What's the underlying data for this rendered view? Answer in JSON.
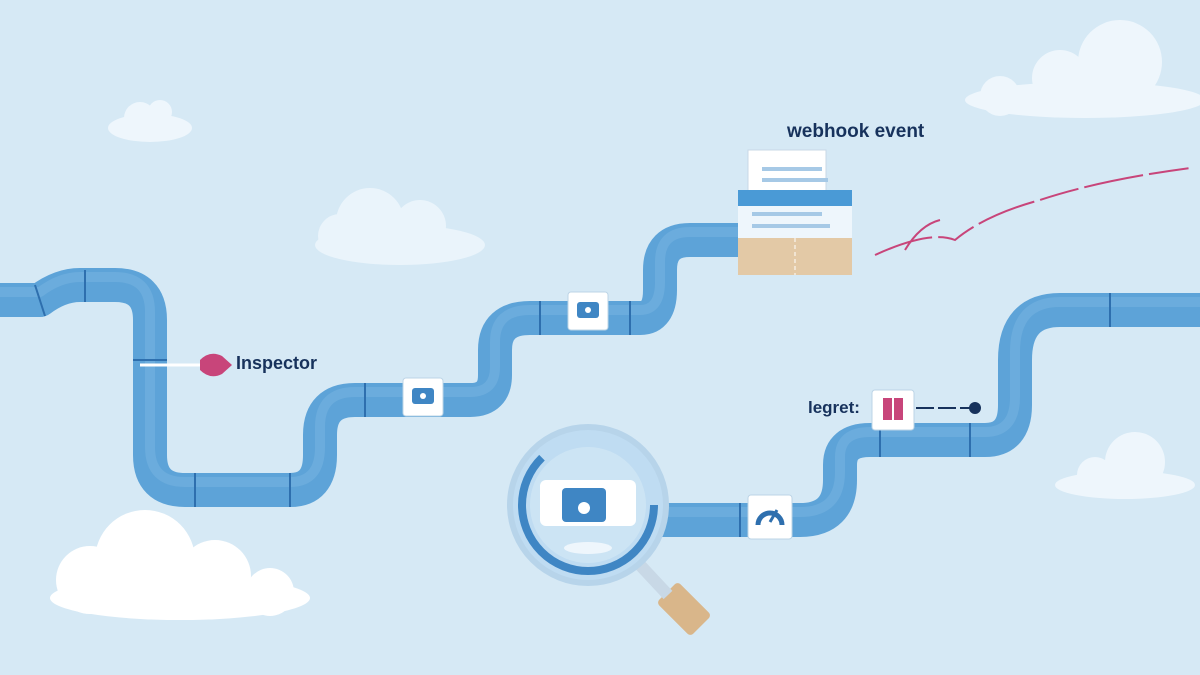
{
  "labels": {
    "webhook_event": "webhook event",
    "inspector": "Inspector",
    "legret": "legret:"
  },
  "colors": {
    "background": "#d6e9f5",
    "pipe": "#5da3d8",
    "pipe_dark": "#3f86c4",
    "cloud": "#ffffff",
    "accent_pink": "#c8457a",
    "envelope": "#e3c9a6",
    "text": "#17325c",
    "handle": "#d9b68a"
  },
  "icons": [
    "lock-node-icon",
    "magnifier-icon",
    "speedometer-node-icon",
    "package-node-icon",
    "envelope-icon",
    "arrow-pointer-icon"
  ]
}
